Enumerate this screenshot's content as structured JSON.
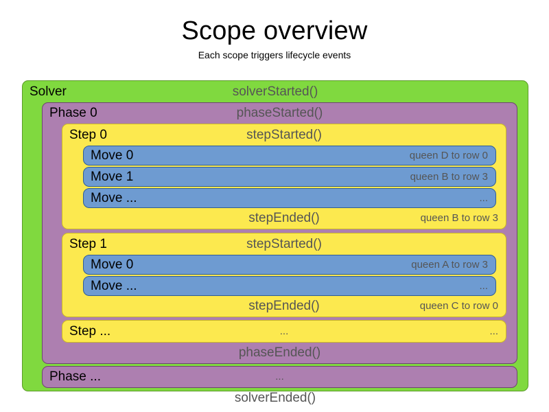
{
  "page": {
    "title": "Scope overview",
    "subtitle": "Each scope triggers lifecycle events"
  },
  "colors": {
    "solver_bg": "#80d93f",
    "solver_border": "#5a9a28",
    "phase_bg": "#ad7fb0",
    "phase_border": "#6d4470",
    "step_bg": "#fce94f",
    "step_border": "#c9b728",
    "move_bg": "#6e9bd1",
    "move_border": "#2e5d96",
    "event_text": "#555555",
    "scope_text": "#000000"
  },
  "diagram": {
    "solver": {
      "label": "Solver",
      "started_event": "solverStarted()",
      "ended_event": "solverEnded()",
      "phases": [
        {
          "label": "Phase 0",
          "started_event": "phaseStarted()",
          "ended_event": "phaseEnded()",
          "steps": [
            {
              "label": "Step 0",
              "started_event": "stepStarted()",
              "ended_event": "stepEnded()",
              "ended_detail": "queen B to row 3",
              "moves": [
                {
                  "label": "Move 0",
                  "detail": "queen D to row 0"
                },
                {
                  "label": "Move 1",
                  "detail": "queen B to row 3"
                },
                {
                  "label": "Move ...",
                  "detail": "..."
                }
              ]
            },
            {
              "label": "Step 1",
              "started_event": "stepStarted()",
              "ended_event": "stepEnded()",
              "ended_detail": "queen C to row 0",
              "moves": [
                {
                  "label": "Move 0",
                  "detail": "queen A to row 3"
                },
                {
                  "label": "Move ...",
                  "detail": "..."
                }
              ]
            }
          ],
          "step_ellipsis": {
            "label": "Step ...",
            "center": "...",
            "right": "..."
          }
        }
      ],
      "phase_ellipsis": {
        "label": "Phase ...",
        "center": "..."
      }
    }
  }
}
